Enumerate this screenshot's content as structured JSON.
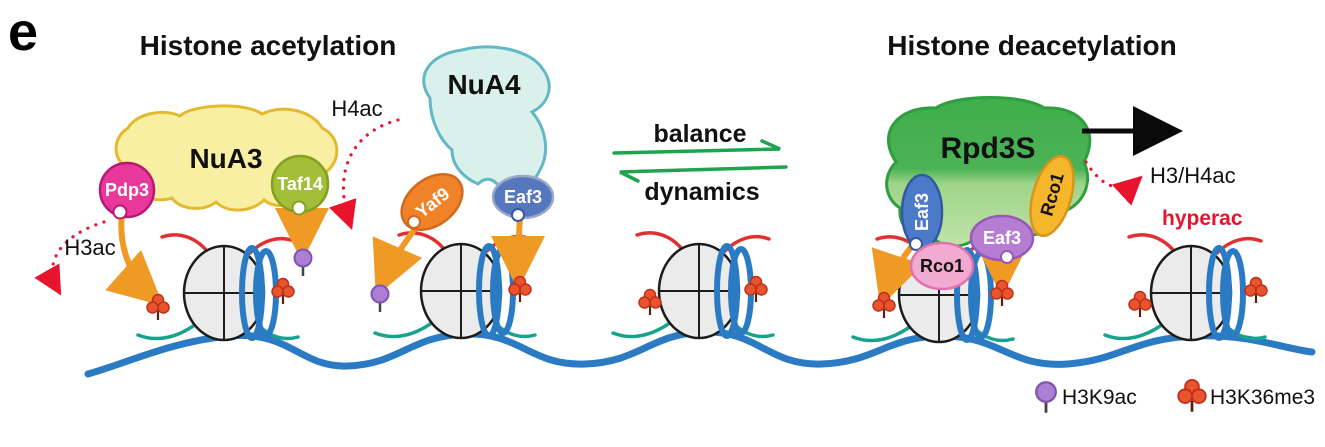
{
  "panel_label": "e",
  "headings": {
    "acetylation": "Histone acetylation",
    "deacetylation": "Histone deacetylation"
  },
  "complexes": {
    "nua3": {
      "name": "NuA3",
      "pdp3": "Pdp3",
      "taf14": "Taf14"
    },
    "nua4": {
      "name": "NuA4",
      "yaf9": "Yaf9",
      "eaf3": "Eaf3"
    },
    "rpd3s": {
      "name": "Rpd3S",
      "eaf3_left": "Eaf3",
      "rco1_left": "Rco1",
      "eaf3_right": "Eaf3",
      "rco1_right": "Rco1"
    }
  },
  "marks": {
    "h3ac": "H3ac",
    "h4ac": "H4ac",
    "h3h4ac": "H3/H4ac",
    "hyperac": "hyperac"
  },
  "equilibrium": {
    "top": "balance",
    "bottom": "dynamics"
  },
  "legend": {
    "h3k9ac": "H3K9ac",
    "h3k36me3": "H3K36me3"
  },
  "colors": {
    "dna_blue": "#2b7bc4",
    "tail_red": "#e03030",
    "tail_teal": "#18a38e",
    "arrow_orange": "#f09a26",
    "dotted_red": "#e8142e",
    "equilibrium_green": "#1ea44e",
    "nua3_yellow": "#f8efa2",
    "nua4_teal": "#daf0ea",
    "rpd3s_green": "#3fae4b",
    "h3k9ac_purple": "#ab7fd4",
    "h3k36me3_red": "#e8542e"
  }
}
